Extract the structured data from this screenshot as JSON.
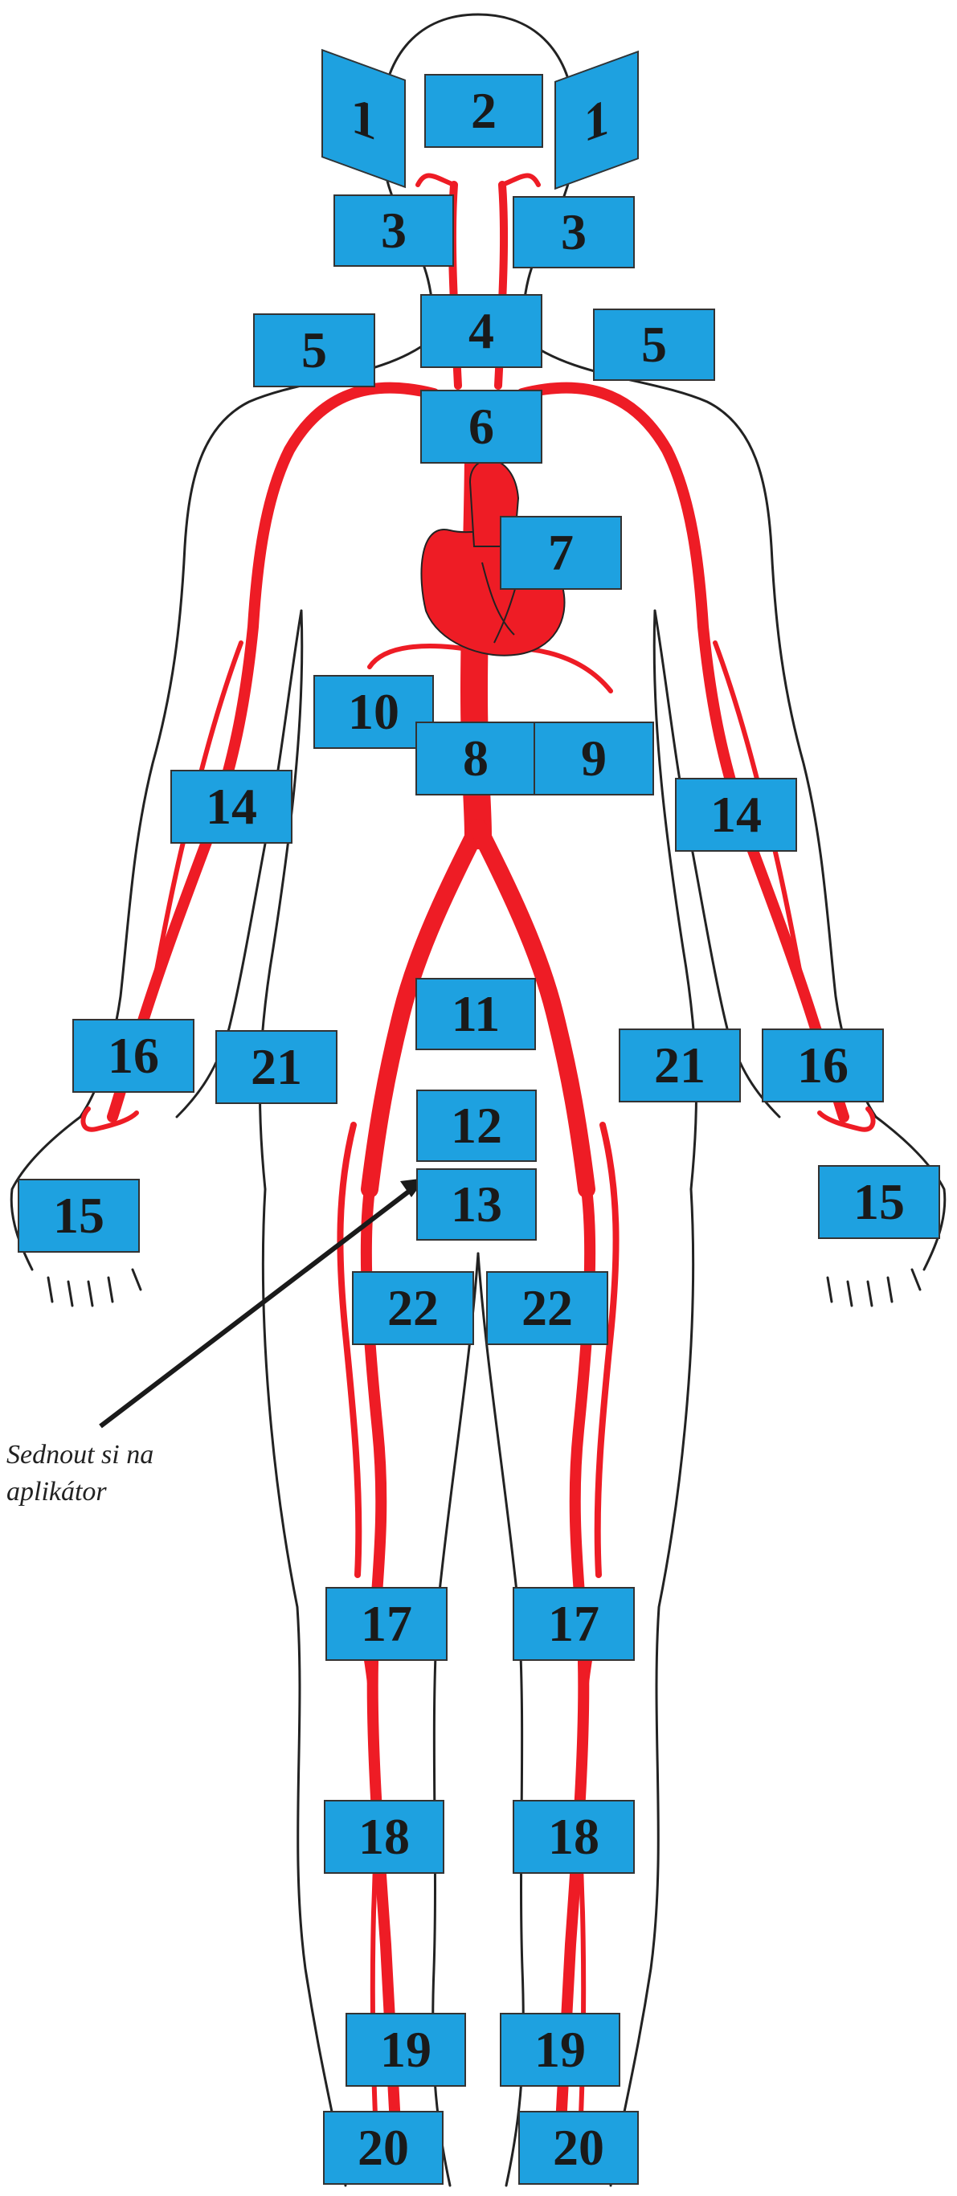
{
  "diagram": {
    "labels": [
      "1",
      "2",
      "1",
      "3",
      "3",
      "4",
      "5",
      "5",
      "6",
      "7",
      "10",
      "8",
      "9",
      "14",
      "14",
      "11",
      "16",
      "21",
      "21",
      "16",
      "12",
      "15",
      "13",
      "15",
      "22",
      "22",
      "17",
      "17",
      "18",
      "18",
      "19",
      "19",
      "20",
      "20"
    ],
    "note_line1": "Sednout si na",
    "note_line2": "aplikátor"
  },
  "colors": {
    "label_fill": "#1ea1e0",
    "label_border": "#333333",
    "artery": "#ee1c25",
    "outline": "#222222",
    "arrow": "#1a1a1a"
  }
}
